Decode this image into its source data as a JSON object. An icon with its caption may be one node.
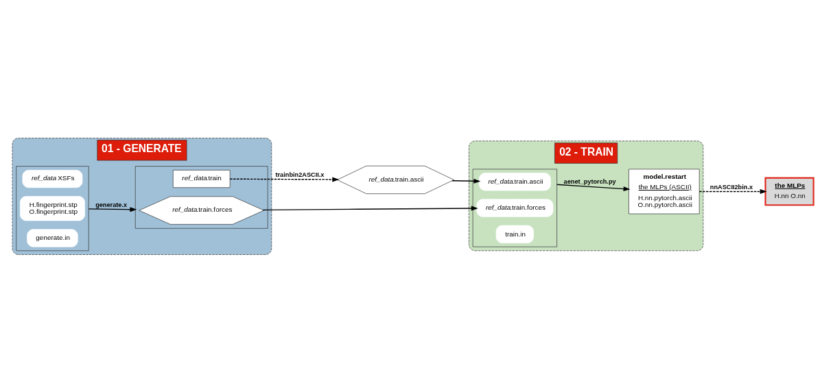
{
  "diagram": {
    "nodes": [
      {
        "text": [
          "01 - GENERATE"
        ]
      },
      {
        "text": [],
        "shape": "box",
        "in": 0
      },
      {
        "text": [
          "*ref_data* XSFs"
        ],
        "in": 1
      },
      {
        "text": [
          "H.fingerprint.stp O.fingerprint.stp"
        ],
        "in": 1
      },
      {
        "text": [
          "generate.in"
        ],
        "in": 1
      },
      {
        "text": [],
        "shape": "box",
        "in": 0
      },
      {
        "text": [
          "*ref_data*.train"
        ],
        "in": 5
      },
      {
        "text": [
          "*ref_data*.train.forces"
        ],
        "in": 5
      },
      {
        "text": [
          "*ref_data*.train.ascii"
        ]
      },
      {
        "text": [
          "02 - TRAIN"
        ]
      },
      {
        "text": [],
        "shape": "box",
        "in": 9
      },
      {
        "text": [
          "*ref_data*.train.forces"
        ],
        "in": 10
      },
      {
        "text": [
          "*ref_data*.train.ascii"
        ],
        "in": 10
      },
      {
        "text": [
          "train.in"
        ],
        "in": 10
      },
      {
        "text": [
          "model.restart",
          "the MLPs (ASCII)",
          "H.nn.pytorch.ascii O.nn.pytorch.ascii"
        ],
        "in": 9
      },
      {
        "text": [
          "the MLPs",
          "H.nn O.nn"
        ]
      }
    ],
    "edges": [
      {
        "from": 1,
        "to": 5,
        "arrow": "to",
        "label": "generate.x"
      },
      {
        "from": 6,
        "to": 8,
        "arrow": "to",
        "label": "trainbin2ASCII.x",
        "style": "dashed"
      },
      {
        "from": 8,
        "to": 12,
        "arrow": "to"
      },
      {
        "from": 7,
        "to": 11,
        "arrow": "to"
      },
      {
        "from": 10,
        "to": 14,
        "arrow": "to",
        "label": "aenet_pytorch.py"
      },
      {
        "from": 14,
        "to": 15,
        "arrow": "to",
        "label": "nnASCII2bin.x",
        "style": "dashed"
      }
    ]
  }
}
